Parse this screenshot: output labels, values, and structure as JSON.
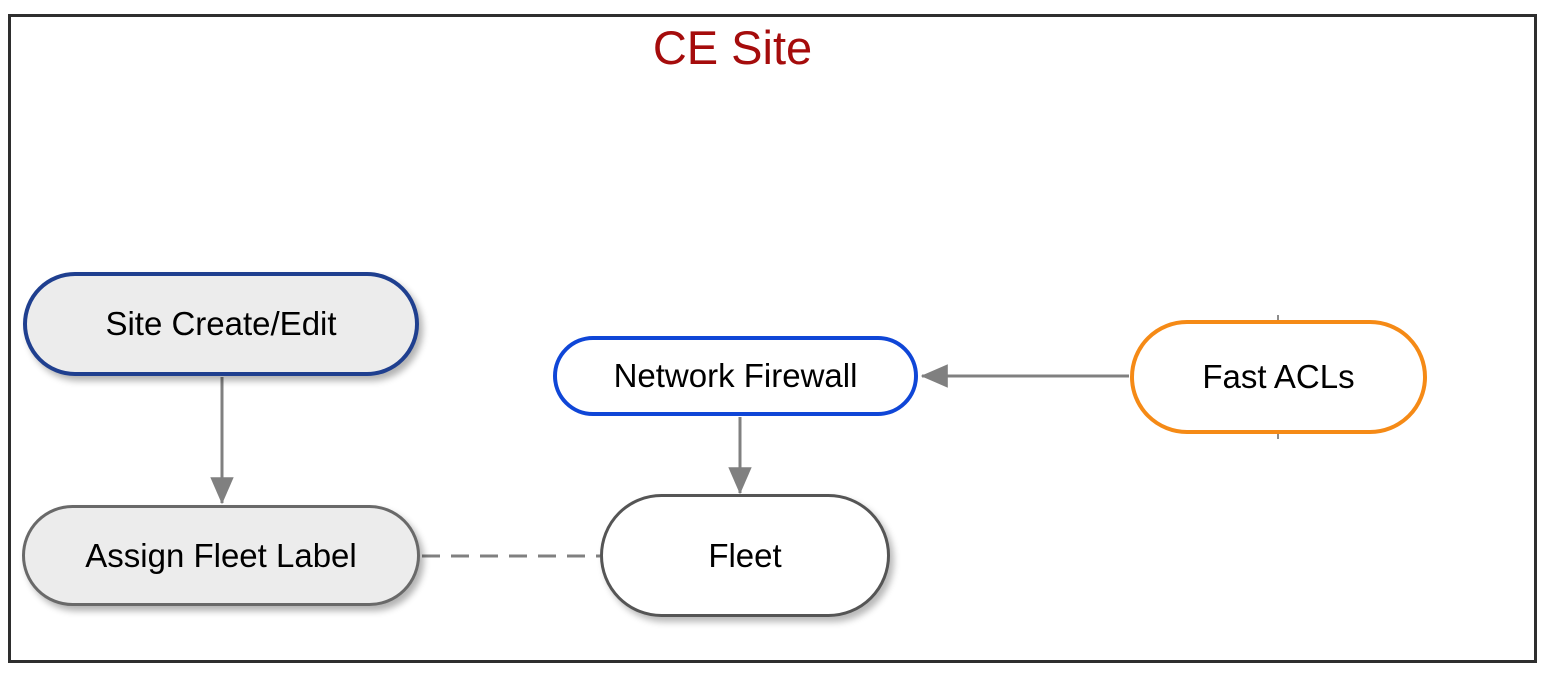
{
  "diagram": {
    "title": "CE Site",
    "title_color": "#a50c0c",
    "frame_border_color": "#2e2e2e",
    "background": "#ffffff",
    "nodes": [
      {
        "id": "site-create-edit",
        "label": "Site Create/Edit",
        "shape": "rounded-pill",
        "border_color": "#1f3f8f",
        "fill_color": "#ececec",
        "text_color": "#000000",
        "shadow": true
      },
      {
        "id": "assign-fleet-label",
        "label": "Assign Fleet Label",
        "shape": "rounded-pill",
        "border_color": "#696969",
        "fill_color": "#ececec",
        "text_color": "#000000",
        "shadow": true
      },
      {
        "id": "network-firewall",
        "label": "Network Firewall",
        "shape": "rounded-pill",
        "border_color": "#0f46d7",
        "fill_color": "#ffffff",
        "text_color": "#000000",
        "shadow": false
      },
      {
        "id": "fleet",
        "label": "Fleet",
        "shape": "rounded-pill",
        "border_color": "#555555",
        "fill_color": "#ffffff",
        "text_color": "#000000",
        "shadow": true
      },
      {
        "id": "fast-acls",
        "label": "Fast ACLs",
        "shape": "rounded-pill",
        "border_color": "#f58a16",
        "fill_color": "#ffffff",
        "text_color": "#000000",
        "shadow": false
      }
    ],
    "edges": [
      {
        "id": "site-create-edit-to-assign-fleet-label",
        "from": "site-create-edit",
        "to": "assign-fleet-label",
        "style": "solid",
        "arrow": "end",
        "color": "#808080"
      },
      {
        "id": "network-firewall-to-fleet",
        "from": "network-firewall",
        "to": "fleet",
        "style": "solid",
        "arrow": "end",
        "color": "#808080"
      },
      {
        "id": "fast-acls-to-network-firewall",
        "from": "fast-acls",
        "to": "network-firewall",
        "style": "solid",
        "arrow": "end",
        "color": "#808080"
      },
      {
        "id": "assign-fleet-label-to-fleet",
        "from": "assign-fleet-label",
        "to": "fleet",
        "style": "dashed",
        "arrow": "none",
        "color": "#808080"
      }
    ]
  }
}
